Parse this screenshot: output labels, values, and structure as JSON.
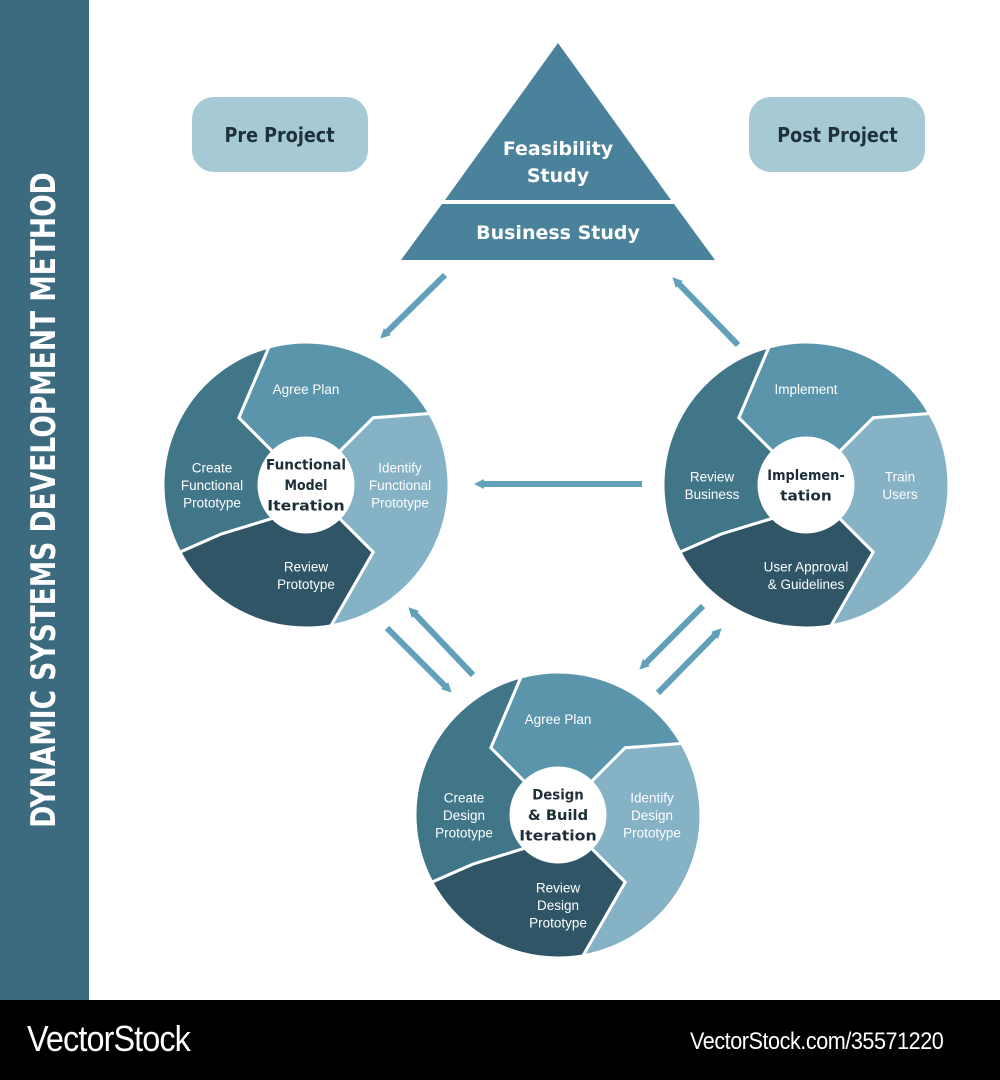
{
  "sidebar": {
    "title": "DYNAMIC SYSTEMS DEVELOPMENT METHOD"
  },
  "phases": {
    "pre_project": "Pre Project",
    "post_project": "Post Project",
    "pyramid": {
      "top": [
        "Feasibility",
        "Study"
      ],
      "bottom": "Business Study"
    }
  },
  "colors": {
    "sidebar": "#3c6a7e",
    "pill": "#a6c9d6",
    "pyramid": "#4a829b",
    "arrow": "#62a0ba",
    "segment_top": "#5b95ab",
    "segment_right": "#86b2c6",
    "segment_bottom": "#2f5566",
    "segment_left": "#417689",
    "hub": "#ffffff"
  },
  "cycles": [
    {
      "id": "functional",
      "hub": [
        "Functional",
        "Model",
        "Iteration"
      ],
      "segments": {
        "top": [
          "Agree Plan"
        ],
        "right": [
          "Identify",
          "Functional",
          "Prototype"
        ],
        "bottom": [
          "Review",
          "Prototype"
        ],
        "left": [
          "Create",
          "Functional",
          "Prototype"
        ]
      }
    },
    {
      "id": "implementation",
      "hub": [
        "Implemen-",
        "tation"
      ],
      "segments": {
        "top": [
          "Implement"
        ],
        "right": [
          "Train",
          "Users"
        ],
        "bottom": [
          "User Approval",
          "& Guidelines"
        ],
        "left": [
          "Review",
          "Business"
        ]
      }
    },
    {
      "id": "design-build",
      "hub": [
        "Design",
        "& Build",
        "Iteration"
      ],
      "segments": {
        "top": [
          "Agree Plan"
        ],
        "right": [
          "Identify",
          "Design",
          "Prototype"
        ],
        "bottom": [
          "Review",
          "Design",
          "Prototype"
        ],
        "left": [
          "Create",
          "Design",
          "Prototype"
        ]
      }
    }
  ],
  "flows": [
    {
      "from": "business-study",
      "to": "functional"
    },
    {
      "from": "implementation",
      "to": "functional"
    },
    {
      "from": "functional",
      "to": "design-build"
    },
    {
      "from": "design-build",
      "to": "functional"
    },
    {
      "from": "implementation",
      "to": "design-build"
    },
    {
      "from": "design-build",
      "to": "implementation"
    },
    {
      "from": "implementation",
      "to": "business-study"
    }
  ],
  "footer": {
    "brand": "VectorStock",
    "url": "VectorStock.com/35571220"
  }
}
